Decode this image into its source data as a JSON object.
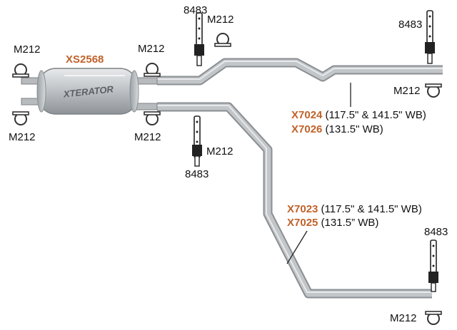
{
  "colors": {
    "part_number": "#c0622a",
    "pipe": "#a9aeb3",
    "text": "#111111"
  },
  "muffler": {
    "part": "XS2568",
    "brand_text": "XTERATOR"
  },
  "clamps": {
    "m212": "M212"
  },
  "hangers": {
    "h8483": "8483"
  },
  "pipes": {
    "upper": {
      "part_a": "X7024",
      "desc_a": "(117.5\" & 141.5\" WB)",
      "part_b": "X7026",
      "desc_b": "(131.5\" WB)"
    },
    "lower": {
      "part_a": "X7023",
      "desc_a": "(117.5\" & 141.5\" WB)",
      "part_b": "X7025",
      "desc_b": "(131.5” WB)"
    }
  }
}
